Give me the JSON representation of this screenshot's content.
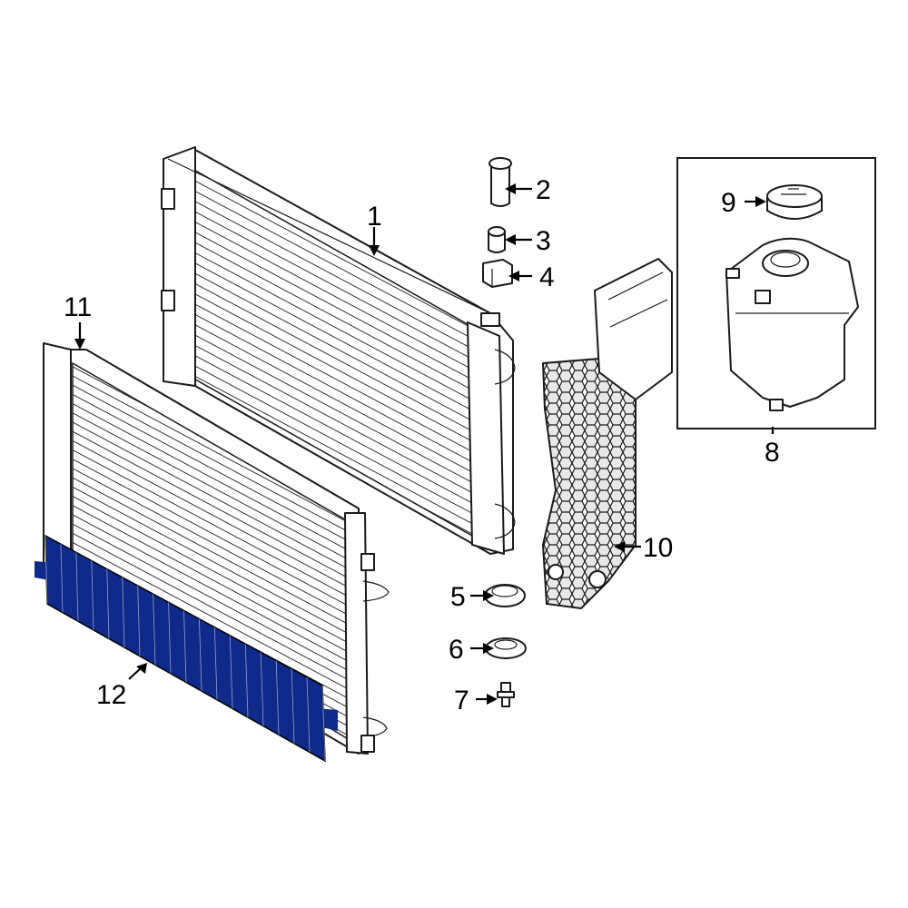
{
  "callouts": {
    "c1": "1",
    "c2": "2",
    "c3": "3",
    "c4": "4",
    "c5": "5",
    "c6": "6",
    "c7": "7",
    "c8": "8",
    "c9": "9",
    "c10": "10",
    "c11": "11",
    "c12": "12"
  },
  "colors": {
    "highlight": "#0f2a8a",
    "line": "#1a1a1a",
    "background": "#ffffff"
  }
}
